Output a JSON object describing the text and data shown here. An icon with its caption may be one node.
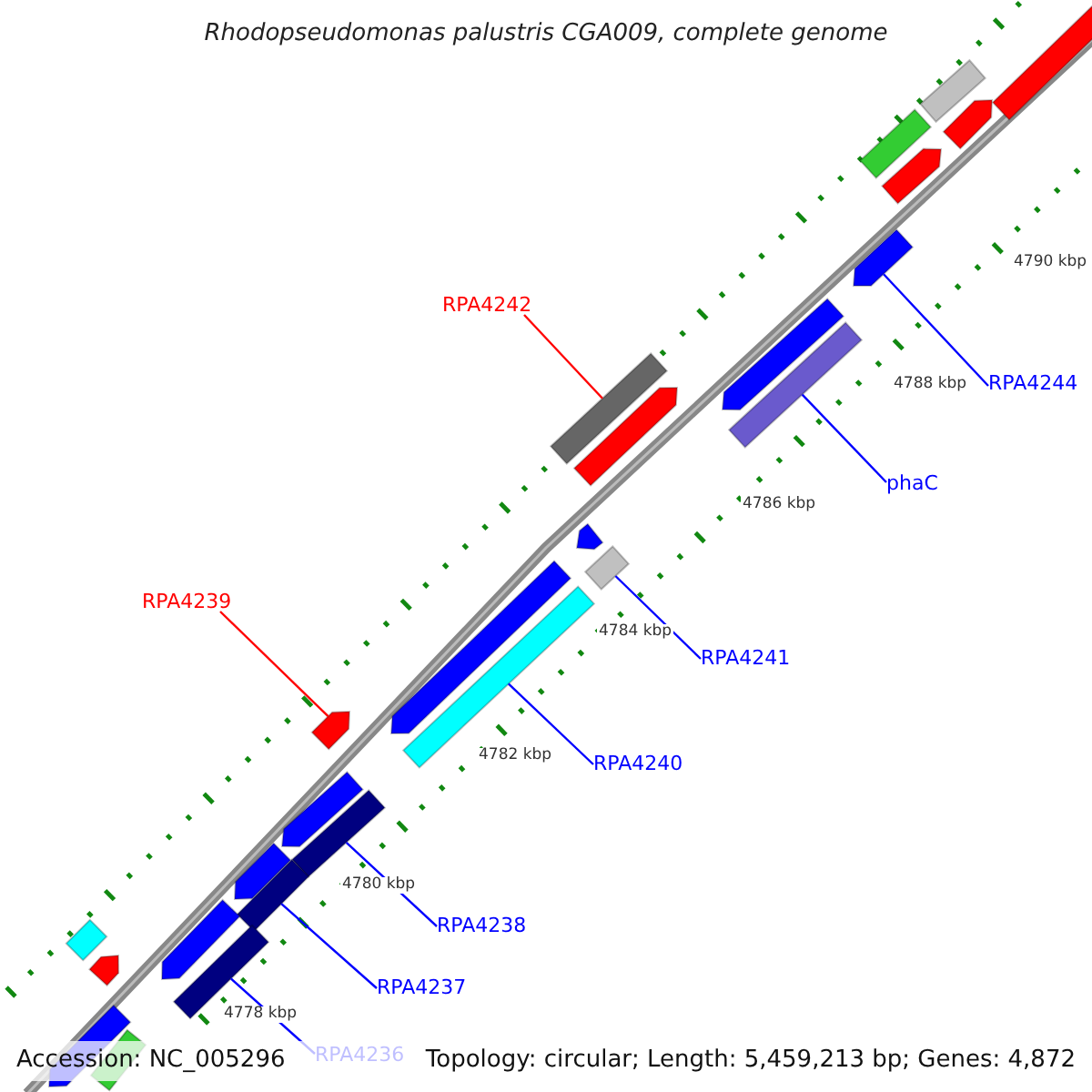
{
  "diagram": {
    "title": "Rhodopseudomonas palustris CGA009, complete genome",
    "nodes": [
      {
        "text": [
          "RPA4242"
        ]
      },
      {
        "text": [
          "RPA4244"
        ]
      },
      {
        "text": [
          "phaC"
        ]
      },
      {
        "text": [
          "RPA4239"
        ]
      },
      {
        "text": [
          "RPA4241"
        ]
      },
      {
        "text": [
          "RPA4240"
        ]
      },
      {
        "text": [
          "RPA4238"
        ]
      },
      {
        "text": [
          "RPA4237"
        ]
      },
      {
        "text": [
          "RPA4236"
        ]
      },
      {
        "text": [],
        "shape": "bar"
      },
      {
        "text": [],
        "shape": "bar"
      },
      {
        "text": [],
        "shape": "bar"
      },
      {
        "text": [],
        "shape": "bar"
      },
      {
        "text": [],
        "shape": "bar"
      },
      {
        "text": [],
        "shape": "bar"
      },
      {
        "text": [],
        "shape": "bar"
      },
      {
        "text": [],
        "shape": "bar"
      },
      {
        "text": [],
        "shape": "bar"
      },
      {
        "text": [],
        "shape": "bar"
      },
      {
        "text": [],
        "shape": "bar"
      },
      {
        "text": [],
        "shape": "bar"
      },
      {
        "text": [],
        "shape": "bar"
      },
      {
        "text": [],
        "shape": "bar"
      },
      {
        "text": [],
        "shape": "bar"
      },
      {
        "text": [],
        "shape": "bar"
      },
      {
        "text": [],
        "shape": "bar"
      },
      {
        "text": [],
        "shape": "bar"
      },
      {
        "text": [],
        "shape": "bar"
      },
      {
        "text": [],
        "shape": "bar"
      },
      {
        "text": [],
        "shape": "bar"
      },
      {
        "text": [],
        "shape": "bar"
      },
      {
        "text": [],
        "shape": "bar"
      },
      {
        "text": [],
        "shape": "bar"
      },
      {
        "text": [],
        "shape": "bar"
      }
    ],
    "edges": [
      {
        "from": 0,
        "to": 9,
        "arrow": "none",
        "color": "#ff0000"
      },
      {
        "from": 1,
        "to": 10,
        "arrow": "none"
      },
      {
        "from": 2,
        "to": 11,
        "arrow": "none"
      },
      {
        "from": 3,
        "to": 12,
        "arrow": "none",
        "color": "#ff0000"
      },
      {
        "from": 4,
        "to": 13,
        "arrow": "none"
      },
      {
        "from": 5,
        "to": 14,
        "arrow": "none"
      },
      {
        "from": 6,
        "to": 15,
        "arrow": "none"
      },
      {
        "from": 7,
        "to": 16,
        "arrow": "none"
      },
      {
        "from": 8,
        "to": 17,
        "arrow": "none"
      }
    ],
    "labels": [
      "4790 kbp",
      "4788 kbp",
      "4786 kbp",
      "4784 kbp",
      "4782 kbp",
      "4780 kbp",
      "4778 kbp",
      "Accession: NC_005296",
      "Topology: circular; Length: 5,459,213 bp; Genes: 4,872"
    ]
  }
}
